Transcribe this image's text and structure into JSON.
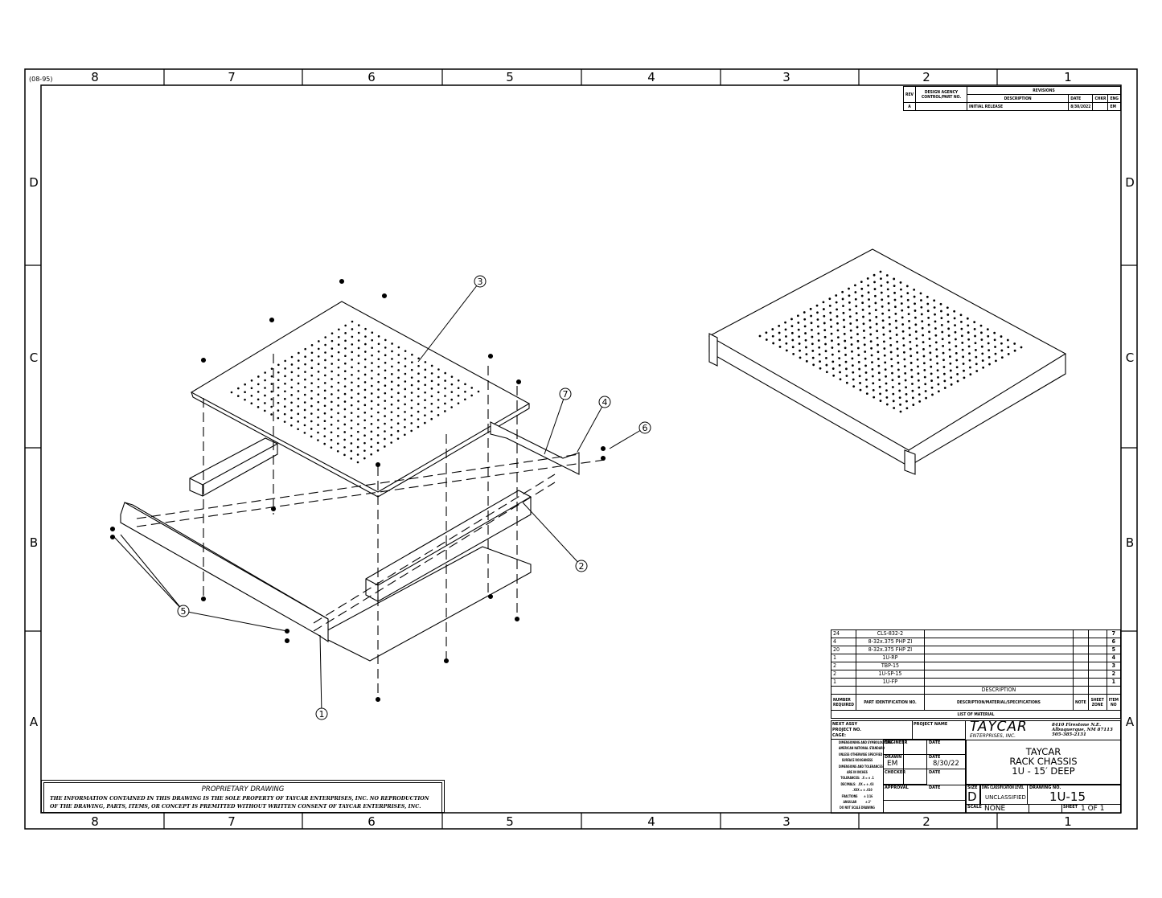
{
  "sheet_code": "(08-95)",
  "zones": {
    "columns": [
      "8",
      "7",
      "6",
      "5",
      "4",
      "3",
      "2",
      "1"
    ],
    "rows": [
      "D",
      "C",
      "B",
      "A"
    ]
  },
  "revisions": {
    "headers": {
      "rev": "REV",
      "agency": "DESIGN AGENCY CONTROL/PART NO.",
      "revisions": "REVISIONS",
      "description": "DESCRIPTION",
      "date": "DATE",
      "chkr": "CHKR",
      "eng": "ENG"
    },
    "rows": [
      {
        "rev": "A",
        "agency": "",
        "description": "INITIAL RELEASE",
        "date": "8/30/2022",
        "chkr": "",
        "eng": "EM"
      }
    ]
  },
  "balloons": [
    "1",
    "2",
    "3",
    "4",
    "5",
    "6",
    "7"
  ],
  "bom": {
    "rows": [
      {
        "qty": "24",
        "part": "CLS-832-2",
        "item": "7"
      },
      {
        "qty": "4",
        "part": "8-32x.375 PHP ZI",
        "item": "6"
      },
      {
        "qty": "20",
        "part": "8-32x.375 FHP ZI",
        "item": "5"
      },
      {
        "qty": "1",
        "part": "1U-RP",
        "item": "4"
      },
      {
        "qty": "2",
        "part": "TBP-15",
        "item": "3"
      },
      {
        "qty": "2",
        "part": "1U-SP-15",
        "item": "2"
      },
      {
        "qty": "1",
        "part": "1U-FP",
        "item": "1"
      }
    ],
    "description_label": "DESCRIPTION",
    "headers": {
      "qty": "NUMBER REQUIRED",
      "part": "PART IDENTIFICATION NO.",
      "desc": "DESCRIPTION/MATERIAL/SPECIFICATIONS",
      "note": "NOTE",
      "zone": "SHEET ZONE",
      "item": "ITEM NO"
    },
    "title": "LIST OF MATERIAL"
  },
  "title_block": {
    "next_assy": "NEXT ASSY",
    "project_no": "PROJECT NO.",
    "cage": "CAGE:",
    "project_name": "PROJECT NAME",
    "company": "TAYCAR",
    "company_sub": "ENTERPRISES, INC.",
    "address": [
      "8410 Firestone N.E.",
      "Albuquerque, NM 87113",
      "505-385-2131"
    ],
    "notes": [
      "DIMENSIONING AND SYMBOLOGY ARE",
      "AMERICAN NATIONAL STANDARD",
      "UNLESS OTHERWISE SPECIFIED",
      "SURFACE ROUGHNESS",
      "DIMENSIONS AND TOLERANCES",
      "ARE IN INCHES",
      "TOLERANCES:  .X = ± .1",
      "DECIMALS:  .XX = ± .03",
      "            .XXX = ± .010",
      "FRACTIONS       ± 1/16",
      "ANGULAR          ± 2°",
      "DO NOT SCALE DRAWING"
    ],
    "engineer": "ENGINEER",
    "drawn": "DRAWN",
    "drawn_by": "EM",
    "checker": "CHECKER",
    "approval": "APPROVAL",
    "date_label": "DATE",
    "drawn_date": "8/30/22",
    "title_lines": [
      "TAYCAR",
      "RACK CHASSIS",
      "1U - 15′ DEEP"
    ],
    "size_label": "SIZE",
    "size": "D",
    "class_label": "DWG CLASSIFICATION LEVEL",
    "classification": "UNCLASSIFIED",
    "dwg_no_label": "DRAWING NO.",
    "dwg_no": "1U-15",
    "scale_label": "SCALE",
    "scale": "NONE",
    "sheet_label": "SHEET",
    "sheet": "1 OF 1"
  },
  "proprietary": {
    "title": "PROPRIETARY DRAWING",
    "line1": "THE INFORMATION CONTAINED IN THIS DRAWING IS THE SOLE PROPERTY OF TAYCAR  ENTERPRISES, INC.  NO REPRODUCTION",
    "line2": "OF THE DRAWING, PARTS, ITEMS, OR CONCEPT IS PREMITTED WITHOUT WRITTEN CONSENT OF TAYCAR ENTERPRISES, INC."
  }
}
